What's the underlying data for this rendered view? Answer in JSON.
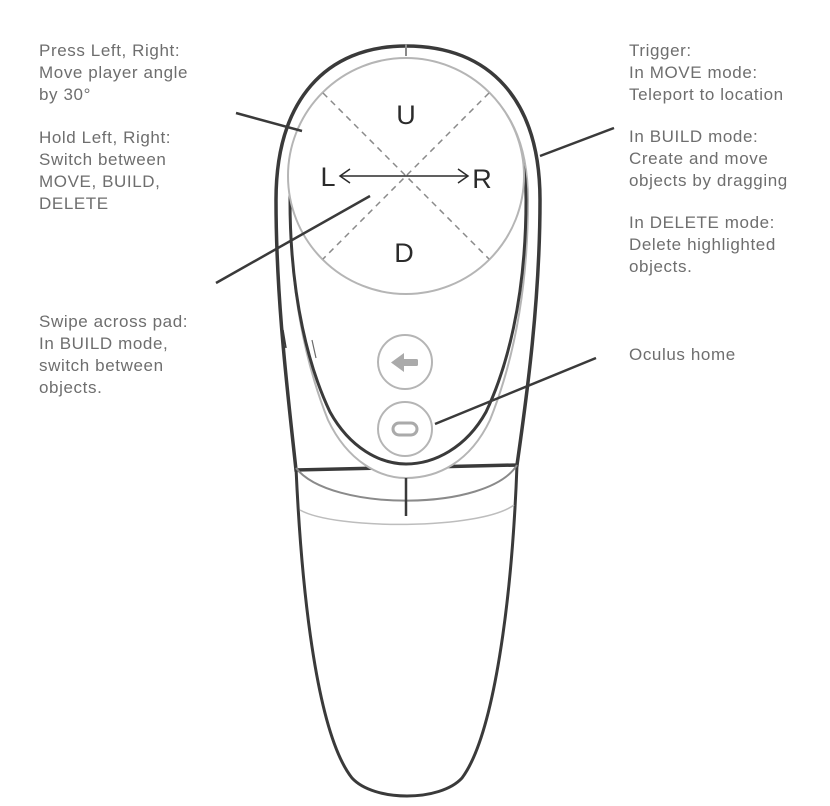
{
  "left_notes": {
    "press": [
      "Press Left, Right:",
      "Move player angle",
      "by 30°"
    ],
    "hold": [
      "Hold Left, Right:",
      "Switch between",
      "MOVE, BUILD,",
      "DELETE"
    ],
    "swipe": [
      "Swipe across pad:",
      "In BUILD mode,",
      "switch between",
      "objects."
    ]
  },
  "right_notes": {
    "trigger": [
      "Trigger:",
      "In MOVE mode:",
      "Teleport to location"
    ],
    "build": [
      "In BUILD mode:",
      "Create and move",
      "objects by dragging"
    ],
    "delete": [
      "In DELETE mode:",
      "Delete highlighted",
      "objects."
    ],
    "home": [
      "Oculus home"
    ]
  },
  "pad_labels": {
    "up": "U",
    "down": "D",
    "left": "L",
    "right": "R"
  },
  "icons": {
    "back_button": "back-arrow-icon",
    "home_button": "oculus-home-icon"
  },
  "colors": {
    "text": "#6e6e6e",
    "outline": "#3a3a3a",
    "light_outline": "#b5b5b5",
    "pad_label": "#2b2b2b"
  }
}
